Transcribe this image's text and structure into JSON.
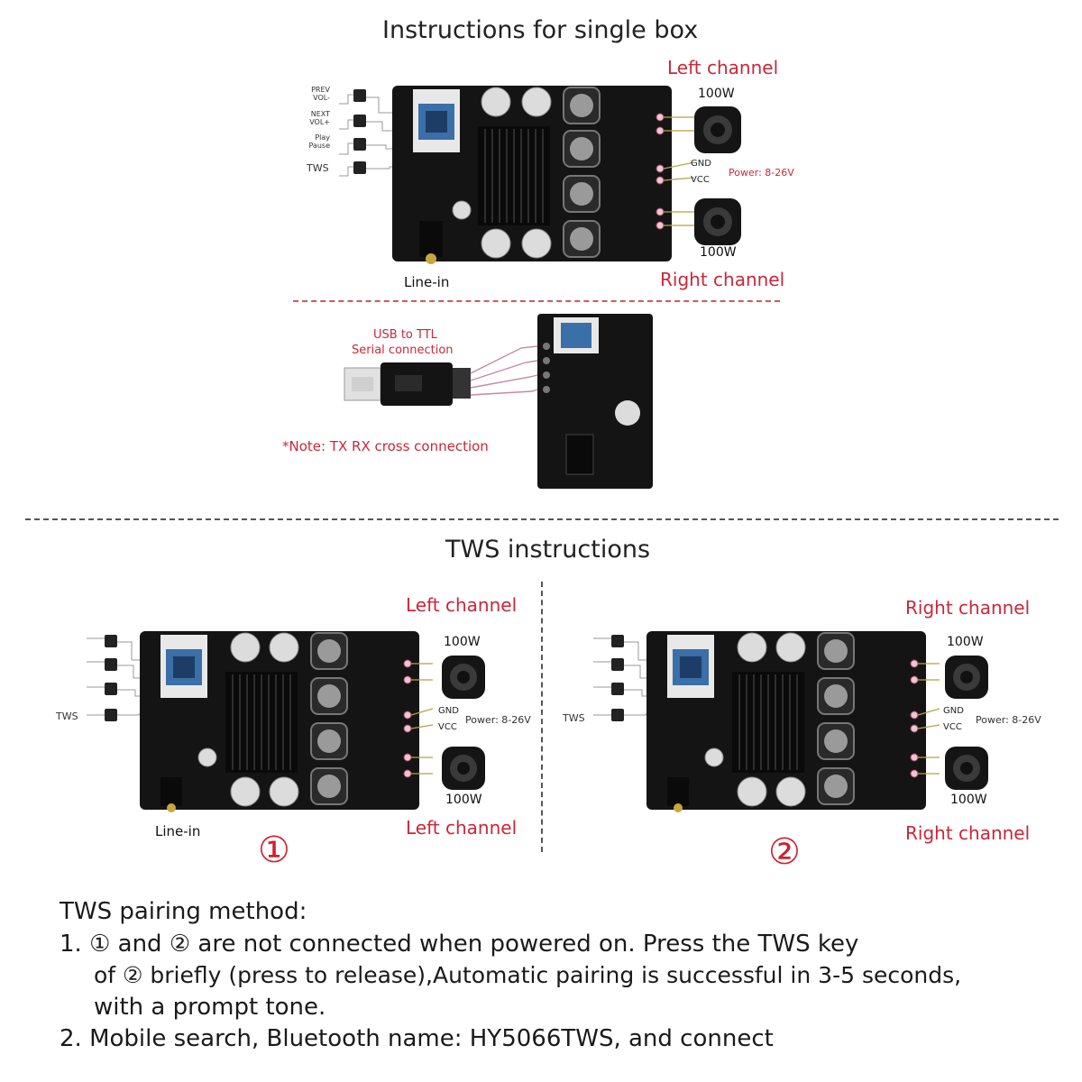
{
  "top": {
    "title": "Instructions for single box",
    "left_channel": "Left channel",
    "right_channel": "Right channel",
    "watt_top": "100W",
    "watt_bottom": "100W",
    "gnd": "GND",
    "vcc": "VCC",
    "power": "Power: 8-26V",
    "line_in": "Line-in",
    "buttons": [
      "PREV\nVOL-",
      "NEXT\nVOL+",
      "Play\nPause"
    ],
    "tws_label": "TWS"
  },
  "serial": {
    "label_line1": "USB to TTL",
    "label_line2": "Serial connection",
    "note": "*Note: TX RX cross connection"
  },
  "tws_section": {
    "title": "TWS instructions",
    "board1": {
      "top_channel": "Left channel",
      "bottom_channel": "Left channel",
      "watt_top": "100W",
      "watt_bottom": "100W",
      "gnd": "GND",
      "vcc": "VCC",
      "power": "Power: 8-26V",
      "line_in": "Line-in",
      "tws_label": "TWS",
      "number": "①"
    },
    "board2": {
      "top_channel": "Right channel",
      "bottom_channel": "Right channel",
      "watt_top": "100W",
      "watt_bottom": "100W",
      "gnd": "GND",
      "vcc": "VCC",
      "power": "Power: 8-26V",
      "tws_label": "TWS",
      "number": "②"
    }
  },
  "pairing": {
    "heading": "TWS pairing method:",
    "line1": "1. ① and ② are not connected when powered on. Press the TWS key",
    "line2": "of ② briefly (press to release),Automatic pairing is successful in 3-5 seconds,",
    "line3": "with a prompt tone.",
    "line4": "2. Mobile search, Bluetooth name: HY5066TWS, and connect"
  },
  "colors": {
    "accent_red": "#c8283a",
    "board_black": "#141414",
    "dash_red": "#d9535f",
    "dash_gray": "#555555"
  }
}
